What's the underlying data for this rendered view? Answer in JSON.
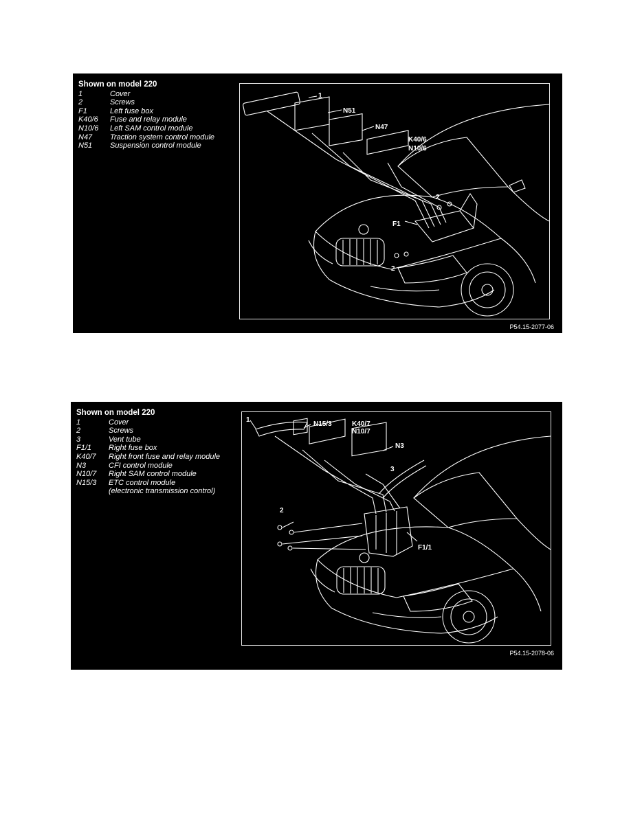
{
  "figures": [
    {
      "legend_title": "Shown on model 220",
      "legend": [
        {
          "code": "1",
          "desc": "Cover"
        },
        {
          "code": "2",
          "desc": "Screws"
        },
        {
          "code": "F1",
          "desc": "Left fuse box"
        },
        {
          "code": "K40/6",
          "desc": "Fuse and relay module"
        },
        {
          "code": "N10/6",
          "desc": "Left SAM control module"
        },
        {
          "code": "N47",
          "desc": "Traction system control module"
        },
        {
          "code": "N51",
          "desc": "Suspension control module"
        }
      ],
      "callouts": {
        "c1": "1",
        "n51": "N51",
        "n47": "N47",
        "k40": "K40/6",
        "n10": "N10/6",
        "c2a": "2",
        "f1": "F1",
        "c2b": "2"
      },
      "ref": "P54.15-2077-06"
    },
    {
      "legend_title": "Shown on model 220",
      "legend": [
        {
          "code": "1",
          "desc": "Cover"
        },
        {
          "code": "2",
          "desc": "Screws"
        },
        {
          "code": "3",
          "desc": "Vent tube"
        },
        {
          "code": "F1/1",
          "desc": "Right fuse box"
        },
        {
          "code": "K40/7",
          "desc": "Right front fuse and relay module"
        },
        {
          "code": "N3",
          "desc": "CFI control module"
        },
        {
          "code": "N10/7",
          "desc": "Right SAM control module"
        },
        {
          "code": "N15/3",
          "desc": "ETC control module"
        },
        {
          "code": "",
          "desc": "(electronic transmission control)"
        }
      ],
      "callouts": {
        "c1": "1",
        "n153": "N15/3",
        "k40": "K40/7",
        "n10": "N10/7",
        "n3": "N3",
        "c3": "3",
        "c2": "2",
        "f11": "F1/1"
      },
      "ref": "P54.15-2078-06"
    }
  ]
}
